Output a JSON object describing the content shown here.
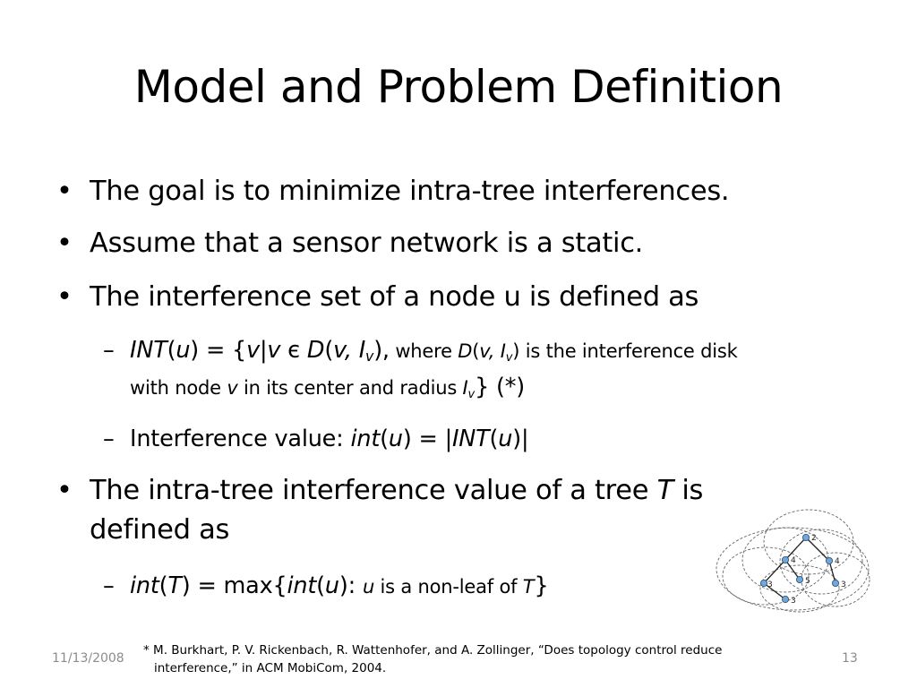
{
  "title": "Model and Problem Definition",
  "bullets": {
    "b1": "The goal is to minimize intra-tree interferences.",
    "b2": "Assume that a sensor network is a static.",
    "b3": "The interference set of a node u is defined as",
    "b3_sub1": {
      "p1": "INT",
      "p2": "(",
      "p3": "u",
      "p4": ") = {",
      "p5": "v",
      "p6": "|",
      "p7": "v",
      "p8": " є ",
      "p9": "D",
      "p10": "(",
      "p11": "v, I",
      "p12": "v",
      "p13": "),",
      "p14": " where ",
      "p15": "D",
      "p16": "(",
      "p17": "v, I",
      "p18": "v",
      "p19": ") is the interference disk",
      "p20": "with node ",
      "p21": "v",
      "p22": " in its center and radius ",
      "p23": "I",
      "p24": "v",
      "p25": "} (*)"
    },
    "b3_sub2": {
      "p1": "Interference value:  ",
      "p2": "int",
      "p3": "(",
      "p4": "u",
      "p5": ") = |",
      "p6": "INT",
      "p7": "(",
      "p8": "u",
      "p9": ")|"
    },
    "b4": {
      "p1": "The intra-tree interference value of a tree ",
      "p2": "T",
      "p3": " is",
      "p4": "defined as"
    },
    "b4_sub1": {
      "p1": "int",
      "p2": "(",
      "p3": "T",
      "p4": ") = max{",
      "p5": "int",
      "p6": "(",
      "p7": "u",
      "p8": "): ",
      "p9": "u",
      "p10": " is a non-leaf of ",
      "p11": "T",
      "p12": "}"
    },
    "bullet_char": "•",
    "dash_char": "–"
  },
  "footer": {
    "date": "11/13/2008",
    "page": "13",
    "footnote_line1": "* M. Burkhart, P. V. Rickenbach, R. Wattenhofer, and A. Zollinger, “Does topology control reduce",
    "footnote_line2": "interference,” in ACM MobiCom, 2004."
  },
  "diagram": {
    "node_labels": [
      "2",
      "4",
      "4",
      "3",
      "5",
      "3",
      "3"
    ]
  },
  "colors": {
    "text": "#000000",
    "footer": "#8c8c8c",
    "node_fill": "#6fa8dc",
    "circle_stroke": "#666666"
  }
}
